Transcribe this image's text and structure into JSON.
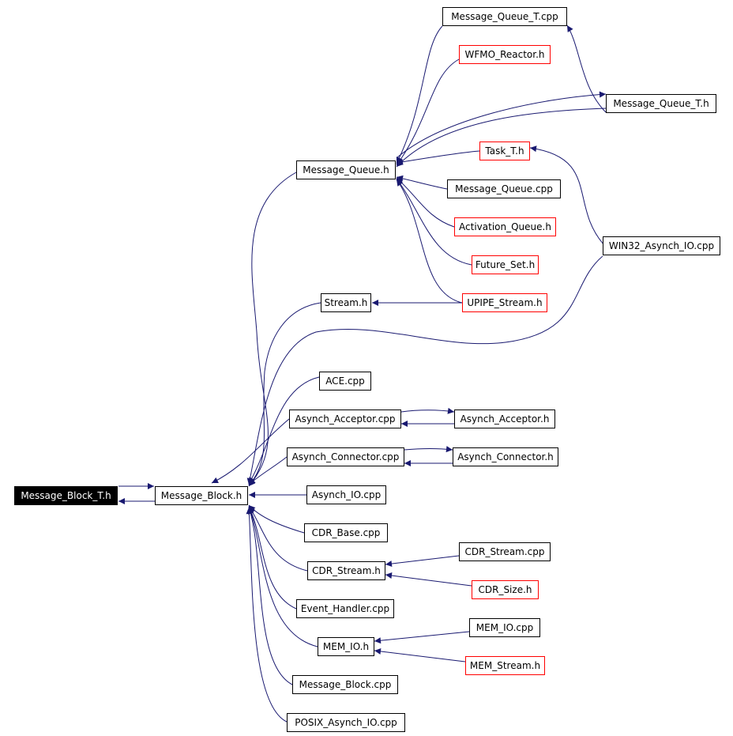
{
  "colors": {
    "edge": "#191970",
    "node_border": "#000000",
    "truncated_node_border": "#ff0000",
    "root_fill": "#000000",
    "root_text": "#ffffff"
  },
  "nodes": {
    "message_block_t_h": "Message_Block_T.h",
    "message_block_h": "Message_Block.h",
    "message_queue_t_cpp": "Message_Queue_T.cpp",
    "wfmo_reactor_h": "WFMO_Reactor.h",
    "message_queue_t_h": "Message_Queue_T.h",
    "message_queue_h": "Message_Queue.h",
    "task_t_h": "Task_T.h",
    "message_queue_cpp": "Message_Queue.cpp",
    "activation_queue_h": "Activation_Queue.h",
    "win32_asynch_io_cpp": "WIN32_Asynch_IO.cpp",
    "future_set_h": "Future_Set.h",
    "stream_h": "Stream.h",
    "upipe_stream_h": "UPIPE_Stream.h",
    "ace_cpp": "ACE.cpp",
    "asynch_acceptor_cpp": "Asynch_Acceptor.cpp",
    "asynch_acceptor_h": "Asynch_Acceptor.h",
    "asynch_connector_cpp": "Asynch_Connector.cpp",
    "asynch_connector_h": "Asynch_Connector.h",
    "asynch_io_cpp": "Asynch_IO.cpp",
    "cdr_base_cpp": "CDR_Base.cpp",
    "cdr_stream_cpp": "CDR_Stream.cpp",
    "cdr_stream_h": "CDR_Stream.h",
    "cdr_size_h": "CDR_Size.h",
    "event_handler_cpp": "Event_Handler.cpp",
    "mem_io_cpp": "MEM_IO.cpp",
    "mem_io_h": "MEM_IO.h",
    "mem_stream_h": "MEM_Stream.h",
    "message_block_cpp": "Message_Block.cpp",
    "posix_asynch_io_cpp": "POSIX_Asynch_IO.cpp"
  }
}
